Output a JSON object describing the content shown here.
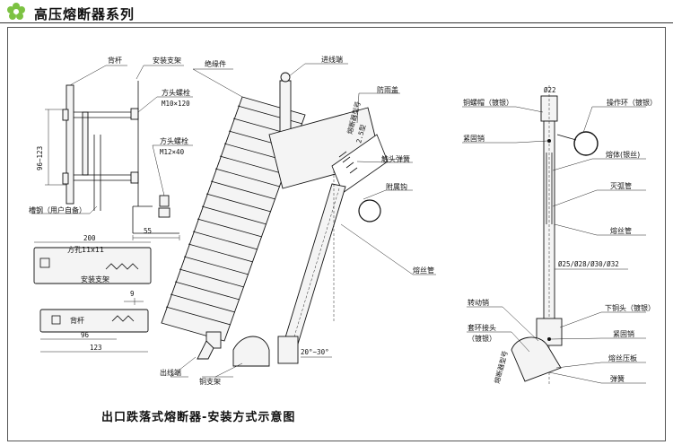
{
  "header": {
    "title": "高压熔断器系列"
  },
  "caption": "出口跌落式熔断器-安装方式示意图",
  "colors": {
    "logo_green": "#7cc242",
    "line": "#111111"
  },
  "labels": {
    "bei_gan": "背杆",
    "an_zhuang_zhi_jia": "安装支架",
    "jue_yuan_jian": "绝缘件",
    "jin_xian_duan": "进线端",
    "fang_tou_luo_shuan_1": "方头螺栓",
    "m10x120": "M10×120",
    "fang_yu_gai": "防雨盖",
    "fang_tou_luo_shuan_2": "方头螺栓",
    "m12x40": "M12×40",
    "dim_96_123": "96~123",
    "chu_tou_tan_huang": "触头弹簧",
    "fu_shu_gou": "附属钩",
    "cao_gang": "槽钢（用户自备）",
    "dim_55": "55",
    "dim_200": "200",
    "fang_kong": "方孔11x11",
    "an_zhuang_zhi_jia_2": "安装支架",
    "rong_si_guan_left": "熔丝管",
    "dim_9": "9",
    "bei_gan_2": "背杆",
    "dim_96": "96",
    "dim_123": "123",
    "angle": "20°~30°",
    "chu_xian_duan": "出线端",
    "tong_zhi_jia": "铜支架",
    "hu_gan_diameter": "Ø22",
    "tong_luo_mao": "铜螺帽（镀银）",
    "jin_gu_xiao_1": "紧固销",
    "cao_zuo_huan": "操作环（镀银）",
    "rong_ti": "熔体(银丝)",
    "mie_hu_guan": "灭弧管",
    "rong_si_guan_right": "熔丝管",
    "diameters": "Ø25/Ø28/Ø30/Ø32",
    "zhuan_dong_xiao": "转动销",
    "xia_tong_tou": "下铜头（镀银）",
    "tao_huan_jie_tou_1": "套环接头",
    "tao_huan_jie_tou_2": "（镀银）",
    "jin_gu_xiao_2": "紧固销",
    "rong_si_ya_ban": "熔丝压板",
    "tan_huang": "弹簧",
    "fuse_tube_text": "熔断器型号",
    "fuse_tube_text2": "2.5型",
    "lower_tube_text": "熔断器型号"
  }
}
